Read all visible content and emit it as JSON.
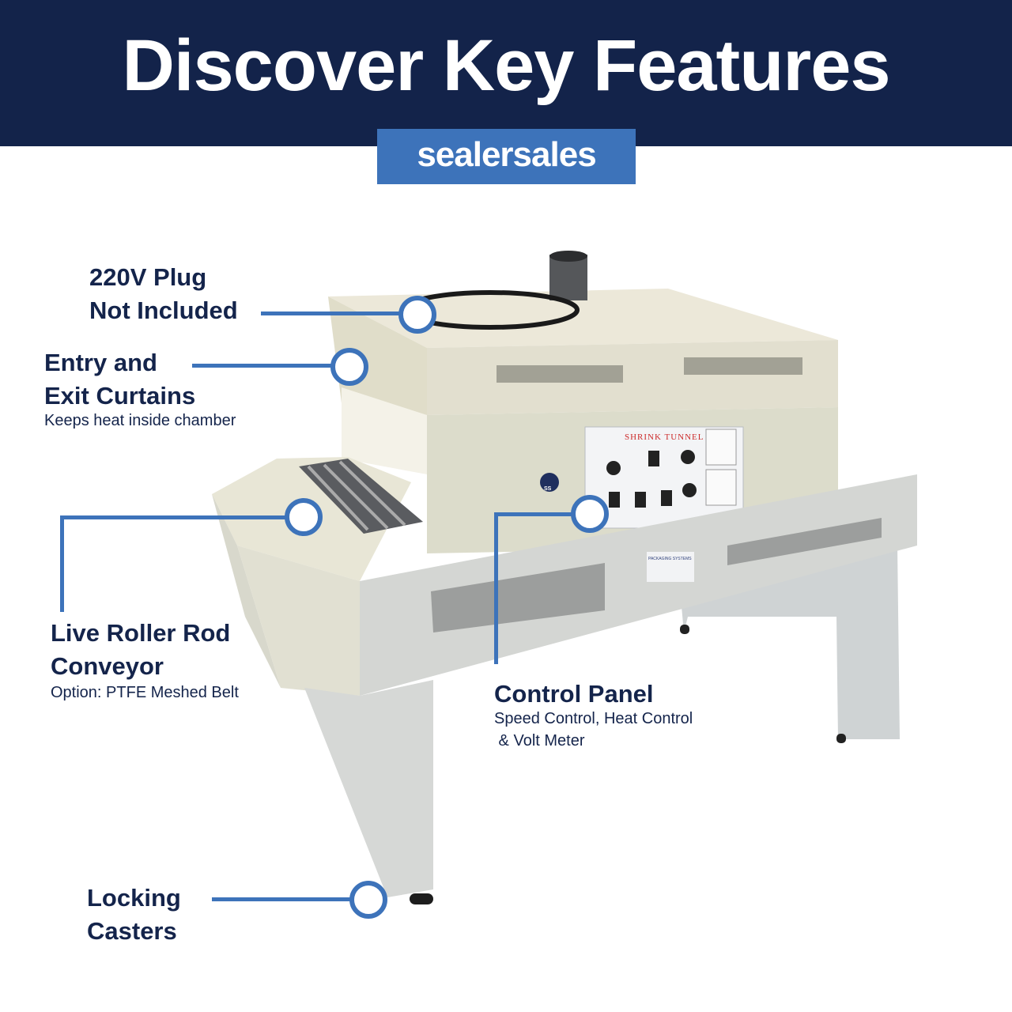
{
  "header": {
    "title": "Discover Key Features",
    "brand": "sealersales"
  },
  "machine": {
    "panel_title": "SHRINK TUNNEL",
    "nameplate": "PACKAGING SYSTEMS",
    "logo": "SS"
  },
  "features": [
    {
      "title_line1": "220V Plug",
      "title_line2": "Not Included"
    },
    {
      "title_line1": "Entry and",
      "title_line2": "Exit Curtains",
      "subtitle": "Keeps heat inside chamber"
    },
    {
      "title_line1": "Live Roller Rod",
      "title_line2": "Conveyor",
      "subtitle": "Option:  PTFE Meshed Belt"
    },
    {
      "title_line1": "Control Panel",
      "subtitle_line1": "Speed Control, Heat Control",
      "subtitle_line2": " & Volt Meter"
    },
    {
      "title_line1": "Locking",
      "title_line2": "Casters"
    }
  ],
  "colors": {
    "navy": "#13234a",
    "accent": "#3d73ba",
    "machine": "#e4e2d2"
  }
}
